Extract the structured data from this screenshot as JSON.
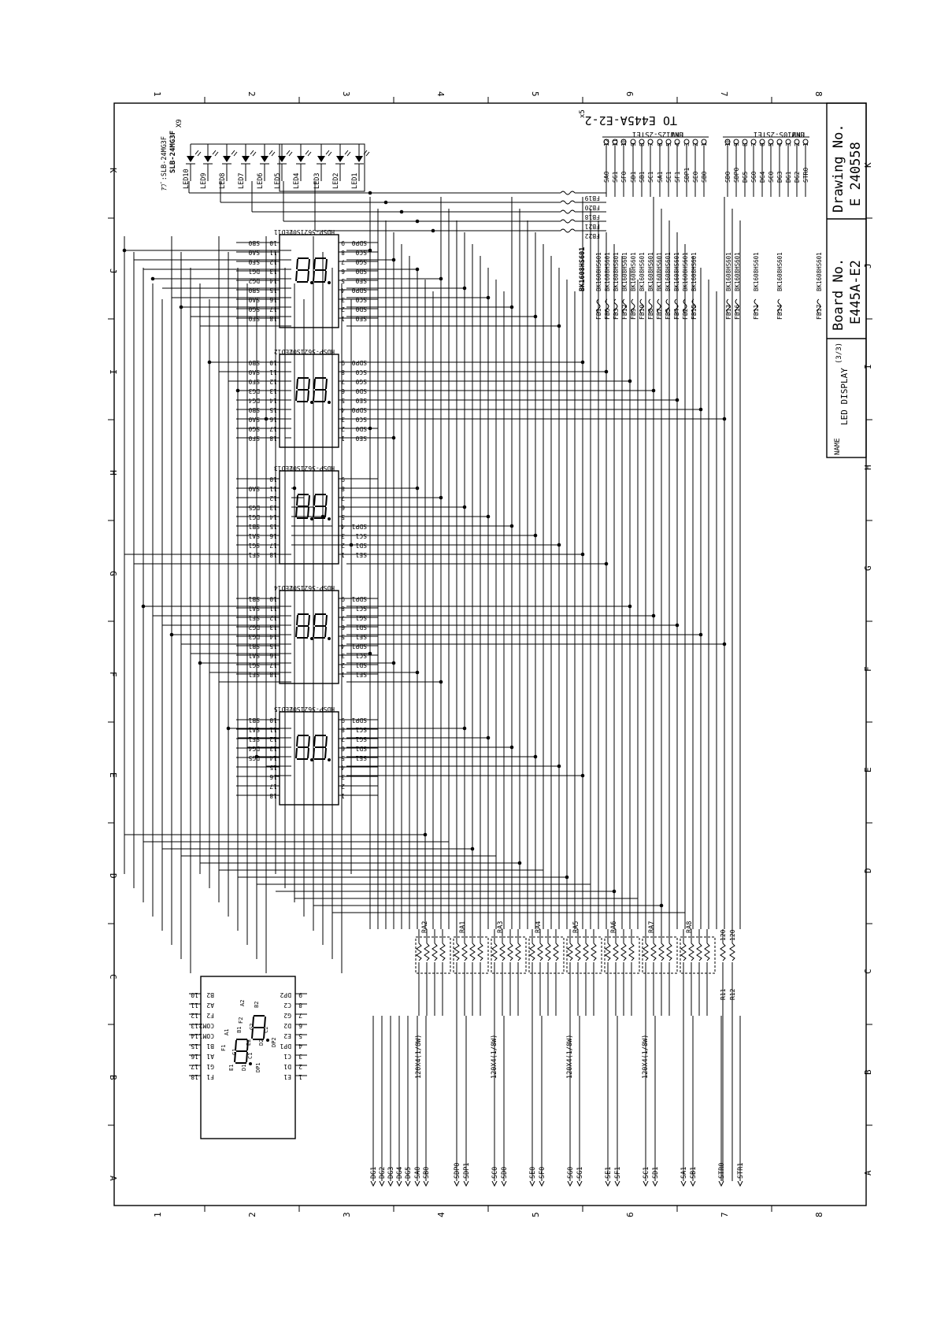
{
  "frame": {
    "columns": [
      "1",
      "2",
      "3",
      "4",
      "5",
      "6",
      "7",
      "8"
    ],
    "rows": [
      "K",
      "J",
      "I",
      "H",
      "G",
      "F",
      "E",
      "D",
      "C",
      "B",
      "A"
    ]
  },
  "title_block": {
    "drawing_no_label": "Drawing No.",
    "drawing_no": "E 240558",
    "board_no_label": "Board No.",
    "board_no": "E445A-E2",
    "name_label": "NAME",
    "name_value": "LED DISPLAY",
    "sheet": "(3/3)"
  },
  "connector_header": {
    "title": "TO E445A-E2-2",
    "count": "x5",
    "cn1_label": "CN1",
    "cn1_part": "HFW12S-2STE1",
    "cn2_label": "CN2",
    "cn2_part": "HFW10S-2STE1",
    "cn1_pins": [
      {
        "num": "12",
        "sig": "SA0"
      },
      {
        "num": "11",
        "sig": "SG1"
      },
      {
        "num": "10",
        "sig": "SF0"
      },
      {
        "num": "9",
        "sig": "SD1"
      },
      {
        "num": "8",
        "sig": "SB1"
      },
      {
        "num": "7",
        "sig": "SC1"
      },
      {
        "num": "6",
        "sig": "SA1"
      },
      {
        "num": "5",
        "sig": "SE1"
      },
      {
        "num": "4",
        "sig": "SF1"
      },
      {
        "num": "3",
        "sig": "SDP1"
      },
      {
        "num": "2",
        "sig": "SE0"
      },
      {
        "num": "1",
        "sig": "SB0"
      }
    ],
    "cn2_pins": [
      {
        "num": "10",
        "sig": "SD0"
      },
      {
        "num": "9",
        "sig": "SDP0"
      },
      {
        "num": "8",
        "sig": "DG5"
      },
      {
        "num": "7",
        "sig": "SG0"
      },
      {
        "num": "6",
        "sig": "DG4"
      },
      {
        "num": "5",
        "sig": "SC0"
      },
      {
        "num": "4",
        "sig": "DG3"
      },
      {
        "num": "3",
        "sig": "DG1"
      },
      {
        "num": "2",
        "sig": "DG2"
      },
      {
        "num": "1",
        "sig": "STR0"
      }
    ]
  },
  "leds": {
    "part": "SLB-24MG3F",
    "part_full": "ｱﾌﾞ:SLB-24MG3F",
    "qty": "X9",
    "labels": [
      "LED10",
      "LED9",
      "LED8",
      "LED7",
      "LED6",
      "LED5",
      "LED4",
      "LED3",
      "LED2",
      "LED1"
    ]
  },
  "ferrites": {
    "part": "BK1608HS601",
    "part_label": "BK1608HS601",
    "top_refs": [
      "FB19",
      "FB20",
      "FB18",
      "FB21",
      "FB22"
    ],
    "col_refs": [
      "FB1",
      "FB6",
      "FB3",
      "FB12",
      "FB9",
      "FB10",
      "FB8",
      "FB7",
      "FB5",
      "FB4",
      "FB2",
      "FB15",
      "FB13",
      "FB16",
      "FB11",
      "FB14",
      "FB17"
    ]
  },
  "displays": [
    {
      "ref": "LED11",
      "part": "HDSP-5621S02",
      "left_pins": [
        {
          "n": "10",
          "s": "SB0"
        },
        {
          "n": "11",
          "s": "SA0"
        },
        {
          "n": "12",
          "s": "SF0"
        },
        {
          "n": "13",
          "s": "DG1"
        },
        {
          "n": "14",
          "s": "DG2"
        },
        {
          "n": "15",
          "s": "SB0"
        },
        {
          "n": "16",
          "s": "SA0"
        },
        {
          "n": "17",
          "s": "SG0"
        },
        {
          "n": "18",
          "s": "SF0"
        }
      ],
      "right_pins": [
        {
          "n": "9",
          "s": "SDP0"
        },
        {
          "n": "8",
          "s": "SC0"
        },
        {
          "n": "7",
          "s": "SG0"
        },
        {
          "n": "6",
          "s": "SD0"
        },
        {
          "n": "5",
          "s": "SE0"
        },
        {
          "n": "4",
          "s": "SDP0"
        },
        {
          "n": "3",
          "s": "SC0"
        },
        {
          "n": "2",
          "s": "SD0"
        },
        {
          "n": "1",
          "s": "SE0"
        }
      ]
    },
    {
      "ref": "LED12",
      "part": "HDSP-5621S02",
      "left_pins": [
        {
          "n": "10",
          "s": "SB0"
        },
        {
          "n": "11",
          "s": "SA0"
        },
        {
          "n": "12",
          "s": "SF0"
        },
        {
          "n": "13",
          "s": "DG3"
        },
        {
          "n": "14",
          "s": "DG4"
        },
        {
          "n": "15",
          "s": "SB0"
        },
        {
          "n": "16",
          "s": "SA0"
        },
        {
          "n": "17",
          "s": "SG0"
        },
        {
          "n": "18",
          "s": "SF0"
        }
      ],
      "right_pins": [
        {
          "n": "9",
          "s": "SDP0"
        },
        {
          "n": "8",
          "s": "SC0"
        },
        {
          "n": "7",
          "s": "SG0"
        },
        {
          "n": "6",
          "s": "SD0"
        },
        {
          "n": "5",
          "s": "SE0"
        },
        {
          "n": "4",
          "s": "SDP0"
        },
        {
          "n": "3",
          "s": "SC0"
        },
        {
          "n": "2",
          "s": "SD0"
        },
        {
          "n": "1",
          "s": "SE0"
        }
      ]
    },
    {
      "ref": "LED13",
      "part": "HDSP-5621S02",
      "left_pins": [
        {
          "n": "10",
          "s": ""
        },
        {
          "n": "11",
          "s": "SA0"
        },
        {
          "n": "12",
          "s": ""
        },
        {
          "n": "13",
          "s": "DG5"
        },
        {
          "n": "14",
          "s": "DG1"
        },
        {
          "n": "15",
          "s": "SB1"
        },
        {
          "n": "16",
          "s": "SA1"
        },
        {
          "n": "17",
          "s": "SG1"
        },
        {
          "n": "18",
          "s": "SF1"
        }
      ],
      "right_pins": [
        {
          "n": "9",
          "s": ""
        },
        {
          "n": "8",
          "s": ""
        },
        {
          "n": "7",
          "s": ""
        },
        {
          "n": "6",
          "s": ""
        },
        {
          "n": "5",
          "s": ""
        },
        {
          "n": "4",
          "s": "SDP1"
        },
        {
          "n": "3",
          "s": "SC1"
        },
        {
          "n": "2",
          "s": "SD1"
        },
        {
          "n": "1",
          "s": "SE1"
        }
      ]
    },
    {
      "ref": "LED14",
      "part": "HDSP-5621S02",
      "left_pins": [
        {
          "n": "10",
          "s": "SB1"
        },
        {
          "n": "11",
          "s": "SA1"
        },
        {
          "n": "12",
          "s": "SF1"
        },
        {
          "n": "13",
          "s": "DG2"
        },
        {
          "n": "14",
          "s": "DG3"
        },
        {
          "n": "15",
          "s": "SB1"
        },
        {
          "n": "16",
          "s": "SA1"
        },
        {
          "n": "17",
          "s": "SG1"
        },
        {
          "n": "18",
          "s": "SF1"
        }
      ],
      "right_pins": [
        {
          "n": "9",
          "s": "SDP1"
        },
        {
          "n": "8",
          "s": "SC1"
        },
        {
          "n": "7",
          "s": "SG1"
        },
        {
          "n": "6",
          "s": "SD1"
        },
        {
          "n": "5",
          "s": "SE1"
        },
        {
          "n": "4",
          "s": "SDP1"
        },
        {
          "n": "3",
          "s": "SC1"
        },
        {
          "n": "2",
          "s": "SD1"
        },
        {
          "n": "1",
          "s": "SE1"
        }
      ]
    },
    {
      "ref": "LED15",
      "part": "HDSP-5621S02",
      "left_pins": [
        {
          "n": "10",
          "s": "SB1"
        },
        {
          "n": "11",
          "s": "SA1"
        },
        {
          "n": "12",
          "s": "SF1"
        },
        {
          "n": "13",
          "s": "DG4"
        },
        {
          "n": "14",
          "s": "DG5"
        },
        {
          "n": "15",
          "s": ""
        },
        {
          "n": "16",
          "s": ""
        },
        {
          "n": "17",
          "s": ""
        },
        {
          "n": "18",
          "s": ""
        }
      ],
      "right_pins": [
        {
          "n": "9",
          "s": "SDP1"
        },
        {
          "n": "8",
          "s": "SC1"
        },
        {
          "n": "7",
          "s": "SG1"
        },
        {
          "n": "6",
          "s": "SD1"
        },
        {
          "n": "5",
          "s": "SE1"
        },
        {
          "n": "4",
          "s": ""
        },
        {
          "n": "3",
          "s": ""
        },
        {
          "n": "2",
          "s": ""
        },
        {
          "n": "1",
          "s": ""
        }
      ]
    }
  ],
  "resistor_arrays": {
    "refs": [
      "RA2",
      "RA1",
      "RA3",
      "RA4",
      "RA5",
      "RA6",
      "RA7",
      "RA8"
    ],
    "value": "120X4(1/8W)",
    "singles": [
      {
        "ref": "R11",
        "value": "120"
      },
      {
        "ref": "R12",
        "value": "120"
      }
    ]
  },
  "bottom_signals": [
    "DG1",
    "DG2",
    "DG3",
    "DG4",
    "DG5",
    "SA0",
    "SB0",
    "SDP0",
    "SDP1",
    "SC0",
    "SD0",
    "SE0",
    "SF0",
    "SG0",
    "SG1",
    "SE1",
    "SF1",
    "SC1",
    "SD1",
    "SA1",
    "SB1",
    "STR0",
    "STR1"
  ],
  "pinout_diagram": {
    "left_pins": [
      {
        "n": "10",
        "s": "B2"
      },
      {
        "n": "11",
        "s": "A2"
      },
      {
        "n": "12",
        "s": "F2"
      },
      {
        "n": "13",
        "s": "COM2"
      },
      {
        "n": "14",
        "s": "COM1"
      },
      {
        "n": "15",
        "s": "B1"
      },
      {
        "n": "16",
        "s": "A1"
      },
      {
        "n": "17",
        "s": "G1"
      },
      {
        "n": "18",
        "s": "F1"
      }
    ],
    "right_pins": [
      {
        "n": "9",
        "s": "DP2"
      },
      {
        "n": "8",
        "s": "C2"
      },
      {
        "n": "7",
        "s": "G2"
      },
      {
        "n": "6",
        "s": "D2"
      },
      {
        "n": "5",
        "s": "E2"
      },
      {
        "n": "4",
        "s": "DP1"
      },
      {
        "n": "3",
        "s": "C1"
      },
      {
        "n": "2",
        "s": "D1"
      },
      {
        "n": "1",
        "s": "E1"
      }
    ],
    "segment_labels": [
      "A1",
      "B1",
      "C1",
      "D1",
      "E1",
      "F1",
      "G1",
      "DP1",
      "A2",
      "B2",
      "C2",
      "D2",
      "E2",
      "F2",
      "G2",
      "DP2"
    ]
  }
}
